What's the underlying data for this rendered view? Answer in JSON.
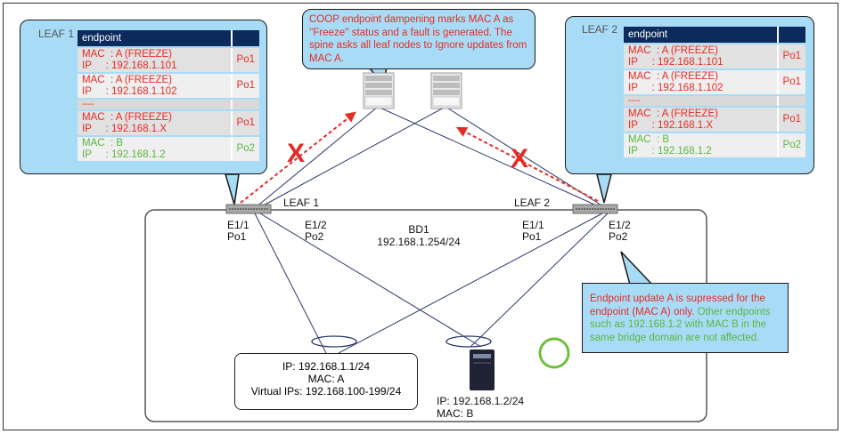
{
  "leaf1_table": {
    "label": "LEAF 1",
    "header": "endpoint",
    "rows": [
      {
        "mac": "MAC  : A (FREEZE)",
        "ip": "IP     : 192.168.1.101",
        "port": "Po1",
        "color": "red"
      },
      {
        "mac": "MAC  : A (FREEZE)",
        "ip": "IP     : 192.168.1.102",
        "port": "Po1",
        "color": "red"
      },
      {
        "dash": "----"
      },
      {
        "mac": "MAC  : A (FREEZE)",
        "ip": "IP     : 192.168.1.X",
        "port": "Po1",
        "color": "red"
      },
      {
        "mac": "MAC  : B",
        "ip": "IP     : 192.168.1.2",
        "port": "Po2",
        "color": "green"
      }
    ]
  },
  "leaf2_table": {
    "label": "LEAF 2",
    "header": "endpoint",
    "rows": [
      {
        "mac": "MAC  : A (FREEZE)",
        "ip": "IP     : 192.168.1.101",
        "port": "Po1",
        "color": "red"
      },
      {
        "mac": "MAC  : A (FREEZE)",
        "ip": "IP     : 192.168.1.102",
        "port": "Po1",
        "color": "red"
      },
      {
        "dash": "----"
      },
      {
        "mac": "MAC  : A (FREEZE)",
        "ip": "IP     : 192.168.1.X",
        "port": "Po1",
        "color": "red"
      },
      {
        "mac": "MAC  : B",
        "ip": "IP     : 192.168.1.2",
        "port": "Po2",
        "color": "green"
      }
    ]
  },
  "coop_note": "COOP endpoint dampening marks MAC A as ''Freeze'' status and a fault is generated. The spine asks all leaf nodes to Ignore updates from MAC A.",
  "suppress_note": {
    "red_part": "Endpoint update A is supressed for the endpoint (MAC A) only.",
    "green_part": " Other endpoints such as 192.168.1.2 with MAC B in the same bridge domain are not affected."
  },
  "leaf1": {
    "name": "LEAF 1",
    "port1": "E1/1",
    "po1": "Po1",
    "port2": "E1/2",
    "po2": "Po2"
  },
  "leaf2": {
    "name": "LEAF 2",
    "port1": "E1/1",
    "po1": "Po1",
    "port2": "E1/2",
    "po2": "Po2"
  },
  "bd": {
    "name": "BD1",
    "subnet": "192.168.1.254/24"
  },
  "endpoint_a": {
    "ip": "IP: 192.168.1.1/24",
    "mac": "MAC: A",
    "vips": "Virtual IPs: 192.168.100-199/24"
  },
  "endpoint_b": {
    "ip": "IP: 192.168.1.2/24",
    "mac": "MAC: B"
  },
  "x_mark": "X",
  "colors": {
    "callout": "#a8dcf6",
    "red": "#e52b25",
    "green": "#59b63e",
    "table_header": "#0d2a5c",
    "ok_circle": "#6ec03c"
  }
}
